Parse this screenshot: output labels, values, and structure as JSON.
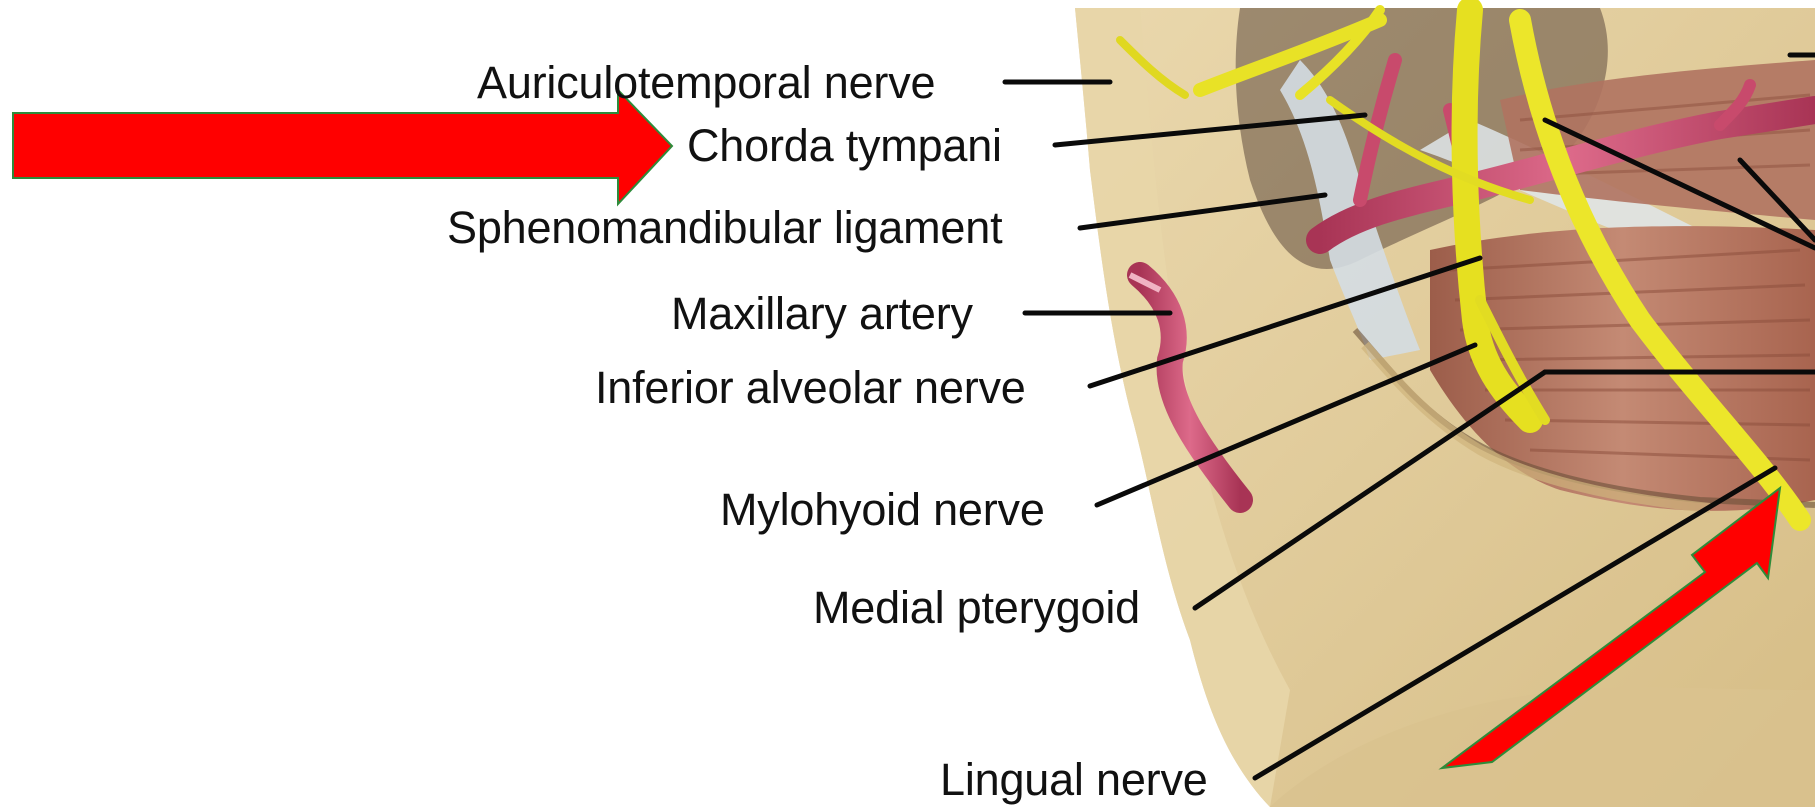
{
  "labels": {
    "auriculotemporal_nerve": "Auriculotemporal nerve",
    "chorda_tympani": "Chorda tympani",
    "sphenomandibular_ligament": "Sphenomandibular ligament",
    "maxillary_artery": "Maxillary artery",
    "inferior_alveolar_nerve": "Inferior alveolar nerve",
    "mylohyoid_nerve": "Mylohyoid nerve",
    "medial_pterygoid": "Medial pterygoid",
    "lingual_nerve": "Lingual nerve"
  },
  "colors": {
    "background": "#ffffff",
    "label_text": "#111111",
    "leader_line": "#0a0a0a",
    "arrow_fill": "#ff0000",
    "arrow_outline": "#2e8b3a",
    "bone": "#e2cc9c",
    "muscle": "#b87a66",
    "nerve": "#e6e020",
    "artery": "#c84a6c",
    "ligament": "#cfd8de"
  },
  "icons": {
    "pointer_arrow_left": "red-arrow-right",
    "pointer_arrow_bottom": "red-arrow-up-right"
  }
}
